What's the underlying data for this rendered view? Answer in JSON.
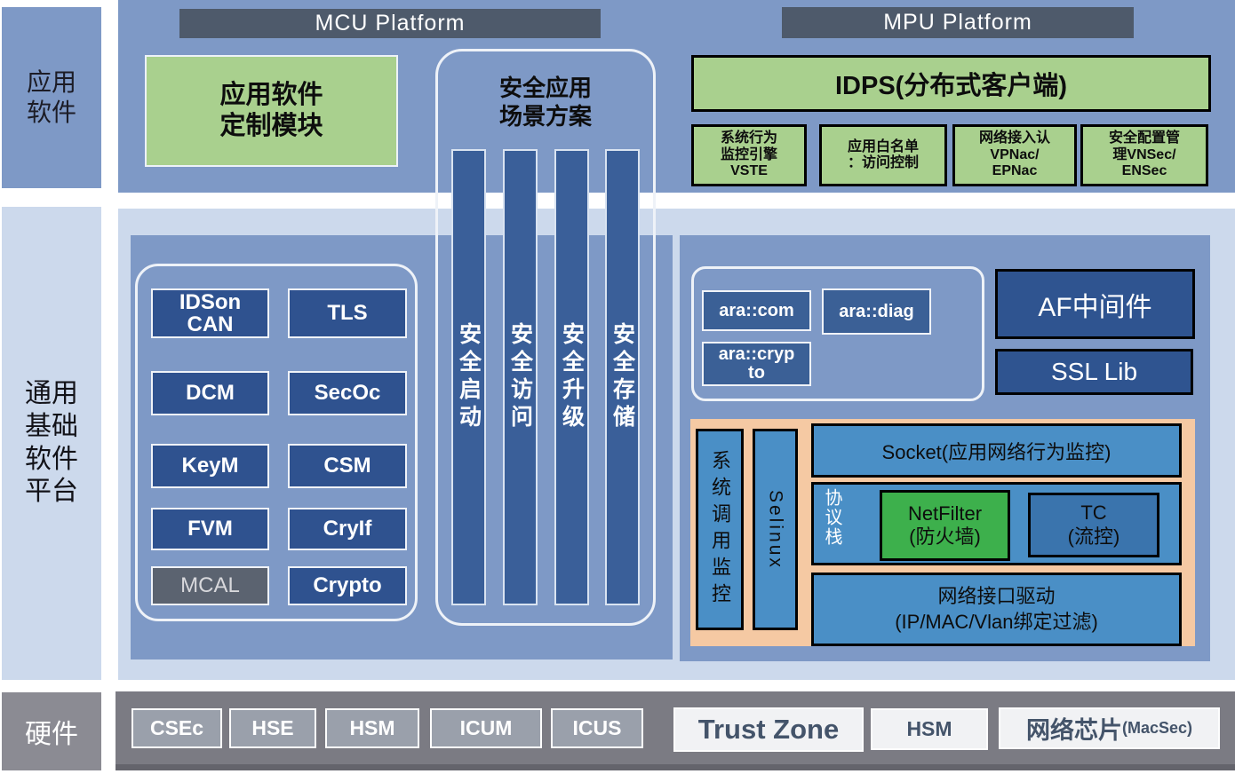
{
  "layers": {
    "application": "应用\n软件",
    "foundation": "通用\n基础\n软件\n平台",
    "hardware": "硬件"
  },
  "mcu": {
    "platform_title": "MCU Platform",
    "app_custom_module": "应用软件\n定制模块",
    "scenario": {
      "title": "安全应用\n场景方案",
      "bars": [
        "安全启动",
        "安全访问",
        "安全升级",
        "安全存储"
      ]
    },
    "modules": {
      "rows": [
        [
          "IDSon\nCAN",
          "TLS"
        ],
        [
          "DCM",
          "SecOc"
        ],
        [
          "KeyM",
          "CSM"
        ],
        [
          "FVM",
          "CryIf"
        ],
        [
          "MCAL",
          "Crypto"
        ]
      ]
    }
  },
  "mpu": {
    "platform_title": "MPU Platform",
    "idps": "IDPS(分布式客户端)",
    "idps_clients": [
      "系统行为\n监控引擎\nVSTE",
      "应用白名单\n：访问控制",
      "网络接入认\nVPNac/\nEPNac",
      "安全配置管\n理VNSec/\nENSec"
    ],
    "ara": {
      "com": "ara::com",
      "diag": "ara::diag",
      "crypto": "ara::cryp\nto"
    },
    "middleware": {
      "af": "AF中间件",
      "ssl": "SSL Lib"
    },
    "kernel": {
      "syscall_monitor": "系统调用监控",
      "selinux": "Selinux",
      "socket": "Socket(应用网络行为监控)",
      "protocol_stack": "协议栈",
      "netfilter": "NetFilter\n(防火墙)",
      "tc": "TC\n(流控)",
      "nic_driver": "网络接口驱动\n(IP/MAC/Vlan绑定过滤)"
    }
  },
  "hardware": {
    "mcu_chips": [
      "CSEc",
      "HSE",
      "HSM",
      "ICUM",
      "ICUS"
    ],
    "trust_zone": "Trust Zone",
    "hsm": "HSM",
    "network_chip": "网络芯片",
    "network_chip_suffix": "(MacSec)"
  },
  "colors": {
    "panel_blue": "#7e99c6",
    "panel_light_blue": "#ccd9ec",
    "title_bar": "#4e5a6b",
    "green": "#a9d08e",
    "navy_box": "#2f528f",
    "bar_navy": "#3a5f99",
    "mcal_gray": "#5b6370",
    "orange": "#f5c9a3",
    "kernel_blue": "#4a8fc6",
    "tc_blue": "#3a74ad",
    "netfilter_green": "#3db04c",
    "hw_band_gray": "#7b7b83",
    "hw_box_gray": "#9aa0ab",
    "hw_box_white": "#f1f2f4",
    "hw_text": "#44546a"
  }
}
